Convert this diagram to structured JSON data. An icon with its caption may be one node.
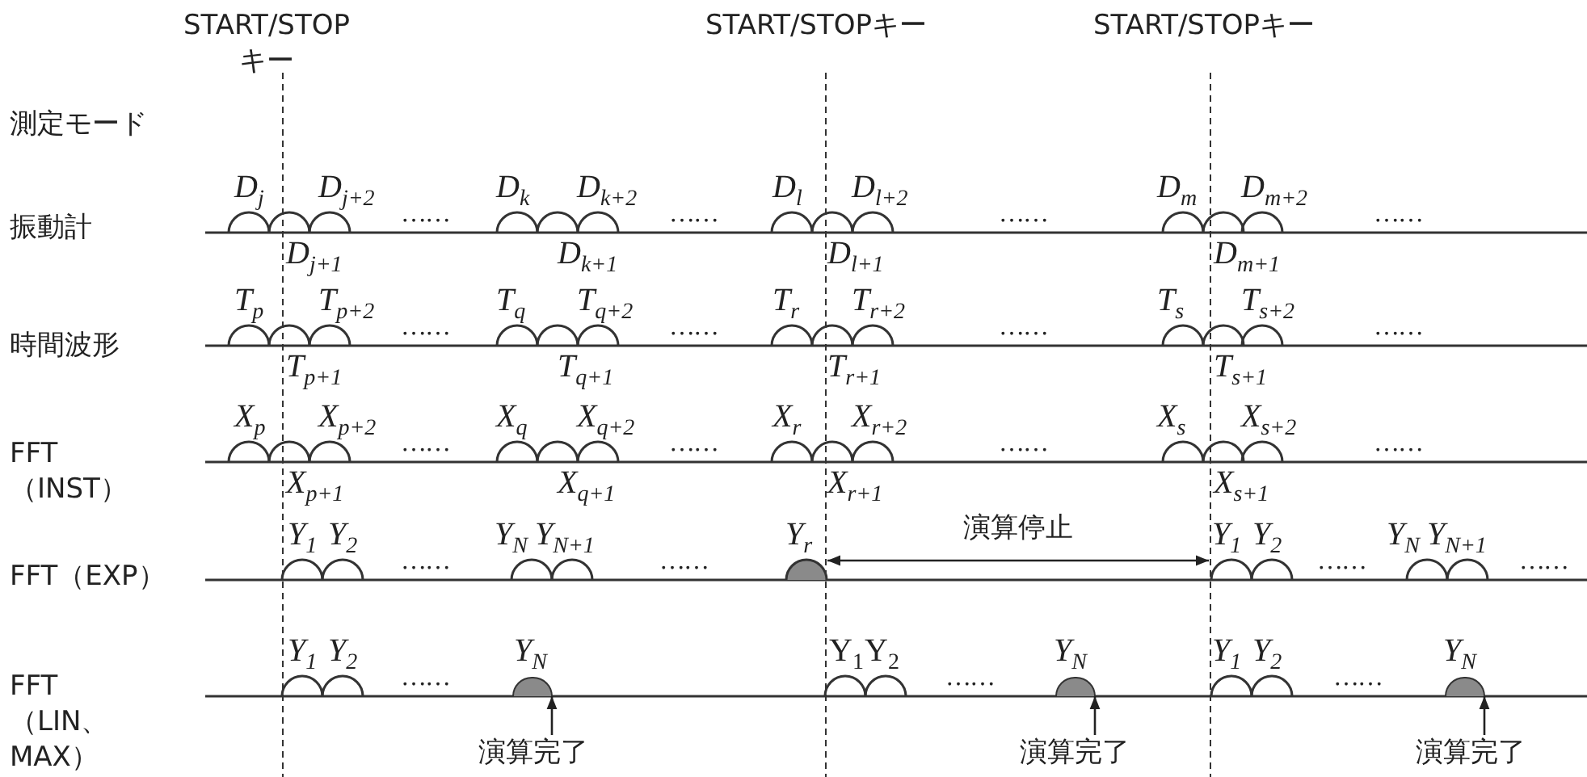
{
  "diagram": {
    "nodes": [
      {
        "text": [],
        "shape": "semicircle"
      },
      {
        "text": [],
        "shape": "semicircle"
      },
      {
        "text": [],
        "shape": "semicircle"
      },
      {
        "text": [
          "演算完了"
        ]
      },
      {
        "text": [
          "演算完了"
        ]
      },
      {
        "text": [
          "演算完了"
        ]
      }
    ],
    "edges": [
      {
        "from": 3,
        "to": 0,
        "arrow": "to"
      },
      {
        "from": 4,
        "to": 1,
        "arrow": "to"
      },
      {
        "from": 5,
        "to": 2,
        "arrow": "to"
      }
    ],
    "labels": [
      "START/STOP キー",
      "START/STOPキー",
      "START/STOPキー",
      "測定モード",
      "D$_{j}$",
      "D$_{j+2}$",
      "……",
      "D$_{k}$",
      "D$_{k+2}$",
      "……",
      "D$_{l}$",
      "D$_{l+2}$",
      "……",
      "D$_{m}$",
      "D$_{m+2}$",
      "……",
      "振動計",
      "D$_{j+1}$",
      "D$_{k+1}$",
      "D$_{l+1}$",
      "D$_{m+1}$",
      "T$_{p}$",
      "T$_{p+2}$",
      "……",
      "T$_{q}$",
      "T$_{q+2}$",
      "……",
      "T$_{r}$",
      "T$_{r+2}$",
      "……",
      "T$_{s}$",
      "T$_{s+2}$",
      "……",
      "時間波形",
      "T$_{p+1}$",
      "T$_{q+1}$",
      "T$_{r+1}$",
      "T$_{s+1}$",
      "X$_{p}$",
      "X$_{p+2}$",
      "……",
      "X$_{q}$",
      "X$_{q+2}$",
      "……",
      "X$_{r}$",
      "X$_{r+2}$",
      "……",
      "X$_{s}$",
      "X$_{s+2}$",
      "……",
      "FFT （INST）",
      "X$_{p+1}$",
      "X$_{q+1}$",
      "X$_{r+1}$",
      "X$_{s+1}$",
      "Y$_{1}$",
      "Y$_{2}$",
      "……",
      "Y$_{N}$",
      "Y$_{N+1}$",
      "……",
      "Y$_{r}$",
      "演算停止",
      "Y$_{1}$",
      "Y$_{2}$",
      "……",
      "Y$_{N}$",
      "Y$_{N+1}$",
      "……",
      "FFT（EXP）",
      "Y$_{1}$",
      "Y$_{2}$",
      "……",
      "Y$_{N}$",
      "Y$_{1}$",
      "Y$_{2}$",
      "……",
      "Y$_{N}$",
      "Y$_{1}$",
      "Y$_{2}$",
      "……",
      "Y$_{N}$",
      "FFT （LIN、MAX）"
    ]
  }
}
